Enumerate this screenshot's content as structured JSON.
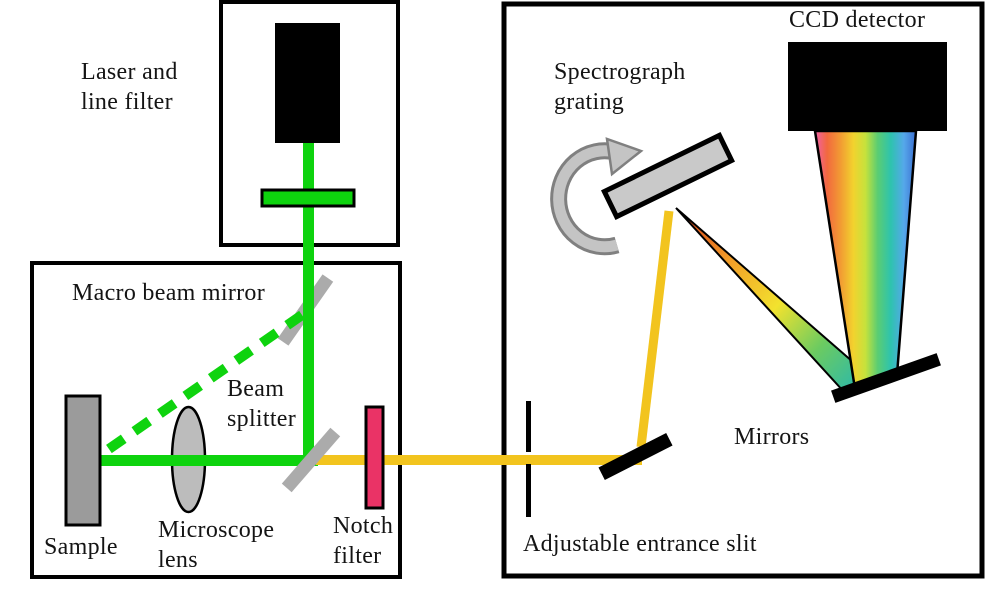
{
  "labels": {
    "laser_line1": "Laser and",
    "laser_line2": "line filter",
    "macro_mirror": "Macro beam mirror",
    "beam_splitter_line1": "Beam",
    "beam_splitter_line2": "splitter",
    "sample": "Sample",
    "lens_line1": "Microscope",
    "lens_line2": "lens",
    "notch_line1": "Notch",
    "notch_line2": "filter",
    "grating_line1": "Spectrograph",
    "grating_line2": "grating",
    "ccd": "CCD detector",
    "mirrors": "Mirrors",
    "slit": "Adjustable entrance slit"
  },
  "colors": {
    "laser_beam": "#0ED30E",
    "scattered_beam": "#F2C41E",
    "notch_filter": "#EA3366",
    "mirror_gray": "#ABABAB",
    "grating_gray": "#C9C9C9",
    "arrow_gray": "#C4C4C4",
    "arrow_outline": "#808080",
    "sample_gray": "#9B9B9B",
    "lens_gray": "#BCBCBC",
    "component_black": "#000000",
    "box_border": "#000000",
    "cone_spectrum": [
      "#F160A8",
      "#F2693E",
      "#F29A33",
      "#F2D22E",
      "#C6E23C",
      "#5BCD72",
      "#2EC3AE",
      "#55A8EA",
      "#3C6FD2"
    ],
    "dispersed_spectrum": [
      "#D23418",
      "#F29A28",
      "#F2E22E",
      "#6CCB60",
      "#2EB9A8"
    ]
  }
}
